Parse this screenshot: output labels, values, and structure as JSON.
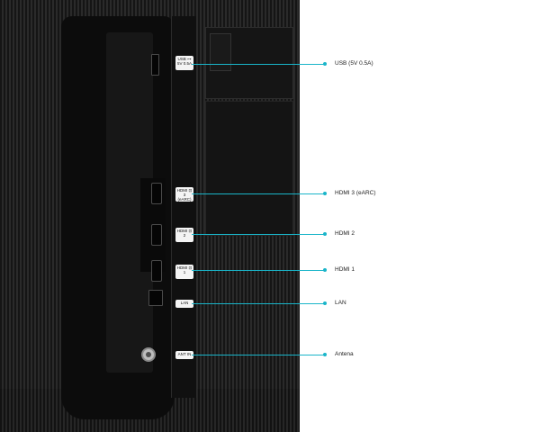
{
  "ports": [
    {
      "id": "usb",
      "badge": "USB ⊶\n5V 0.5A",
      "callout": "USB (5V 0.5A)"
    },
    {
      "id": "hdmi3",
      "badge": "HDMI ⊡\n3 (eARC)",
      "callout": "HDMI 3 (eARC)"
    },
    {
      "id": "hdmi2",
      "badge": "HDMI ⊡\n2",
      "callout": "HDMI 2"
    },
    {
      "id": "hdmi1",
      "badge": "HDMI ⊡\n1",
      "callout": "HDMI 1"
    },
    {
      "id": "lan",
      "badge": "LAN",
      "callout": "LAN"
    },
    {
      "id": "antenna",
      "badge": "ANT IN",
      "callout": "Antena"
    }
  ],
  "colors": {
    "callout_line": "#19b5c9",
    "tv_body": "#1c1c1c",
    "label_bg": "#f4f4f4"
  }
}
